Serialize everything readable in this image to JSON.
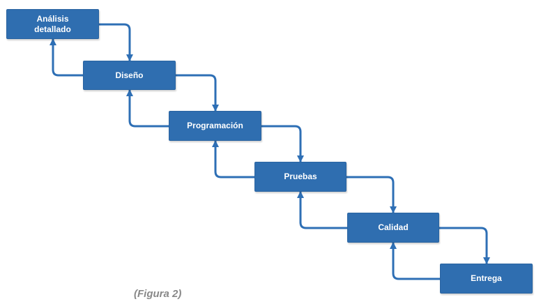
{
  "diagram": {
    "type": "waterfall-flow",
    "stages": [
      {
        "id": "analisis",
        "label": "Análisis\ndetallado"
      },
      {
        "id": "diseno",
        "label": "Diseño"
      },
      {
        "id": "programacion",
        "label": "Programación"
      },
      {
        "id": "pruebas",
        "label": "Pruebas"
      },
      {
        "id": "calidad",
        "label": "Calidad"
      },
      {
        "id": "entrega",
        "label": "Entrega"
      }
    ],
    "colors": {
      "box_fill": "#2f6eb0",
      "connector": "#2e6fb5",
      "label_text": "#ffffff",
      "caption_text": "#888888"
    }
  },
  "caption": "(Figura 2)"
}
